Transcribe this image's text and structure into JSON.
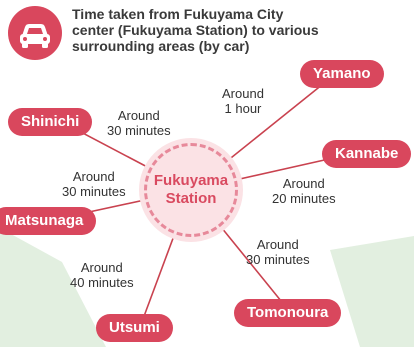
{
  "title": {
    "line1": "Time taken from Fukuyama City",
    "line2": "center (Fukuyama Station) to various",
    "line3": "surrounding areas (by car)"
  },
  "icon": "car-icon",
  "hub": {
    "line1": "Fukuyama",
    "line2": "Station"
  },
  "destinations": {
    "yamano": {
      "name": "Yamano",
      "time_line1": "Around",
      "time_line2": "1 hour"
    },
    "shinichi": {
      "name": "Shinichi",
      "time_line1": "Around",
      "time_line2": "30 minutes"
    },
    "kannabe": {
      "name": "Kannabe",
      "time_line1": "Around",
      "time_line2": "20 minutes"
    },
    "matsunaga": {
      "name": "Matsunaga",
      "time_line1": "Around",
      "time_line2": "30 minutes"
    },
    "tomonoura": {
      "name": "Tomonoura",
      "time_line1": "Around",
      "time_line2": "30 minutes"
    },
    "utsumi": {
      "name": "Utsumi",
      "time_line1": "Around",
      "time_line2": "40 minutes"
    }
  },
  "colors": {
    "accent": "#d9475d",
    "hub_fill": "#fbe2e5",
    "hub_dash": "#e7899a",
    "line": "#c9424f",
    "background_shape": "#e2efe0",
    "title_text": "#3a3a3a"
  }
}
